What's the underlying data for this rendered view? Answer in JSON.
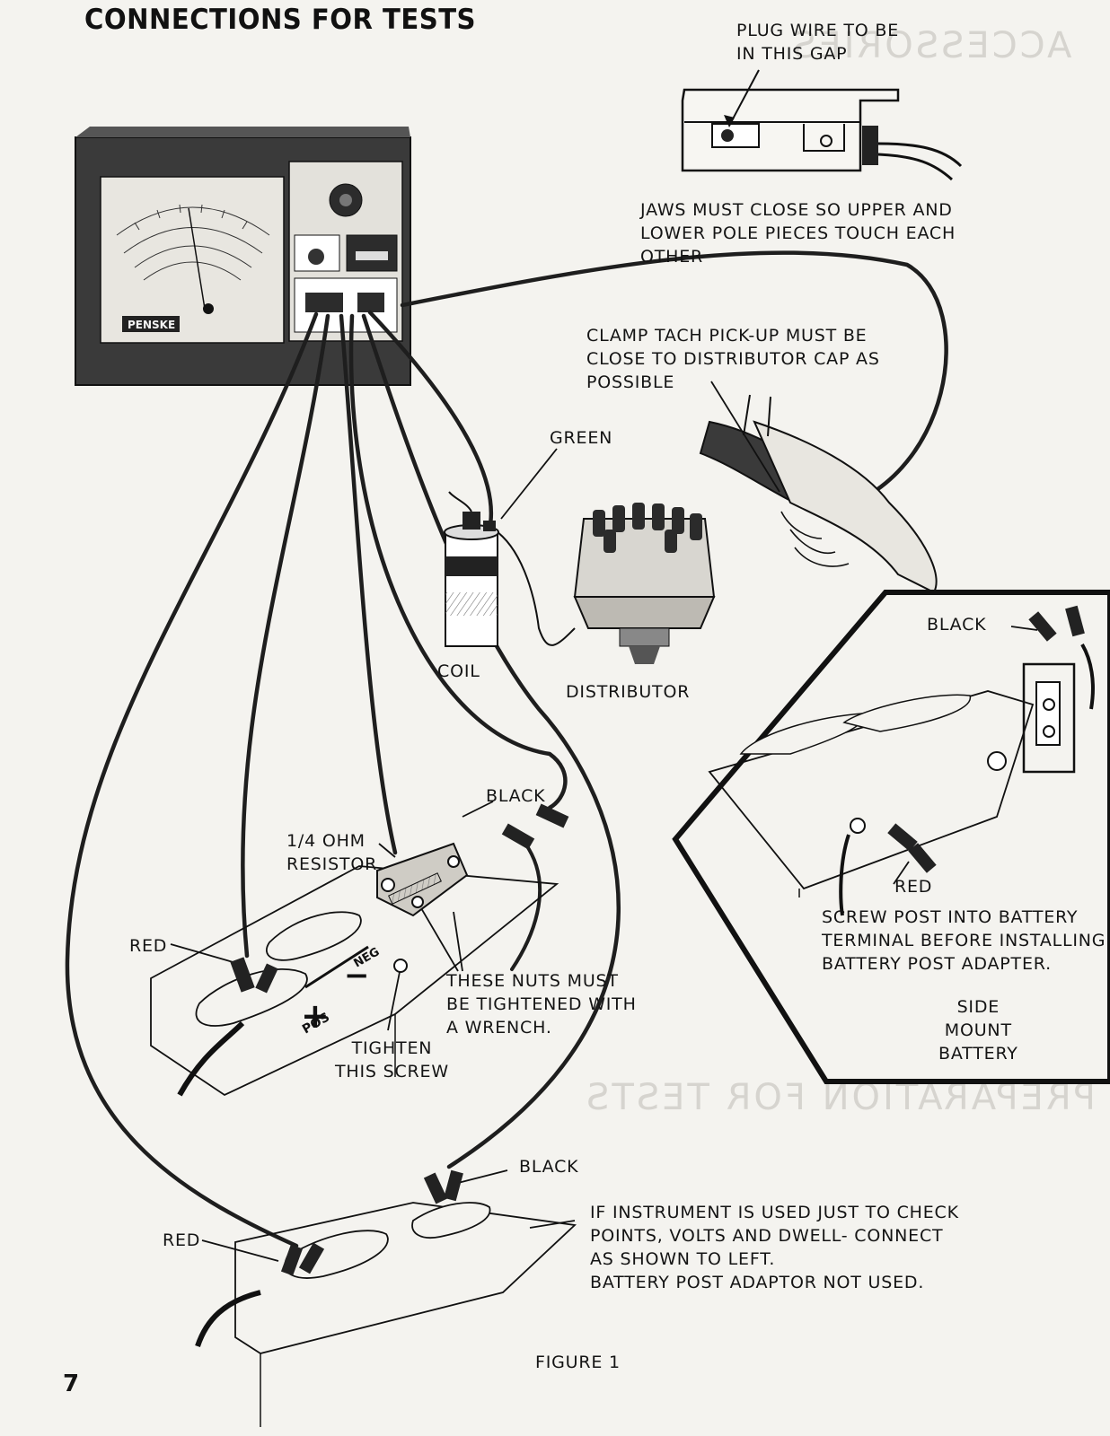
{
  "page": {
    "title": "CONNECTIONS FOR TESTS",
    "page_number": "7",
    "figure_caption": "FIGURE 1"
  },
  "analyzer": {
    "brand": "PENSKE"
  },
  "labels": {
    "plug_wire": [
      "PLUG WIRE TO BE",
      "IN THIS GAP"
    ],
    "jaws": [
      "JAWS MUST CLOSE SO UPPER AND",
      "LOWER POLE PIECES TOUCH EACH",
      "OTHER"
    ],
    "clamp_tach": [
      "CLAMP TACH PICK-UP MUST BE",
      "CLOSE TO DISTRIBUTOR CAP AS",
      "POSSIBLE"
    ],
    "green": "GREEN",
    "coil": "COIL",
    "distributor": "DISTRIBUTOR",
    "black_inset": "BLACK",
    "red_inset": "RED",
    "screw_post": [
      "SCREW POST INTO BATTERY",
      "TERMINAL BEFORE INSTALLING",
      "BATTERY POST ADAPTER."
    ],
    "side_mount": [
      "SIDE",
      "MOUNT",
      "BATTERY"
    ],
    "black_top": "BLACK",
    "resistor": [
      "1/4 OHM",
      "RESISTOR"
    ],
    "red_top": "RED",
    "nuts": [
      "THESE  NUTS  MUST",
      "BE TIGHTENED WITH",
      "A WRENCH."
    ],
    "tighten": [
      "TIGHTEN",
      "THIS SCREW"
    ],
    "pos_mark": "POS",
    "neg_mark": "NEG",
    "black_bottom": "BLACK",
    "red_bottom": "RED",
    "instrument_note": [
      "IF INSTRUMENT IS USED JUST TO CHECK",
      "POINTS, VOLTS AND DWELL- CONNECT",
      "AS SHOWN TO LEFT.",
      "BATTERY POST ADAPTOR NOT USED."
    ]
  },
  "show_through_text": {
    "accessories": "ACCESSORIES",
    "preparation": "PREPARATION FOR TESTS"
  }
}
